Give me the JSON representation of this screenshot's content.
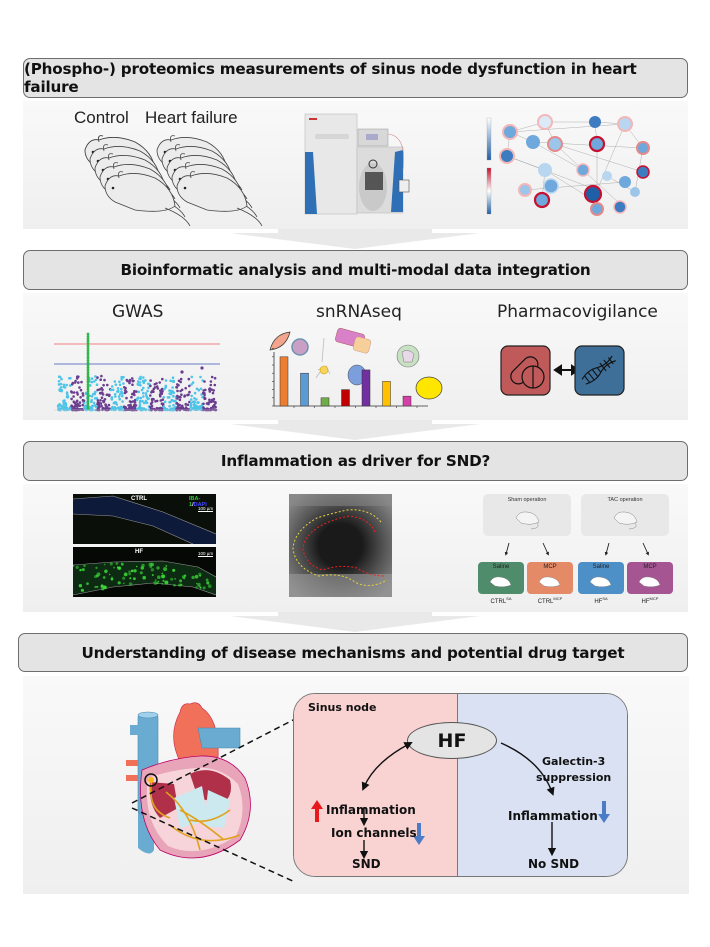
{
  "sections": [
    {
      "title": "(Phospho-) proteomics measurements of sinus node dysfunction in heart failure",
      "items": {
        "mice": {
          "labels": [
            "Control",
            "Heart failure"
          ]
        },
        "instrument": {
          "name": "mass-spectrometer"
        },
        "network": {
          "name": "protein-phosphosite-network"
        }
      }
    },
    {
      "title": "Bioinformatic analysis and multi-modal data integration",
      "items": [
        {
          "label": "GWAS"
        },
        {
          "label": "snRNAseq"
        },
        {
          "label": "Pharmacovigilance"
        }
      ]
    },
    {
      "title": "Inflammation as driver for SND?",
      "microscopy": {
        "panels": [
          {
            "label": "CTRL",
            "scale": "100 µm"
          },
          {
            "label": "HF",
            "scale": "100 µm"
          }
        ],
        "stain": {
          "marker": "IBA-1",
          "separator": "/",
          "counter": "DAPI"
        }
      },
      "design": {
        "groups": [
          {
            "label": "Sham operation"
          },
          {
            "label": "TAC operation"
          }
        ],
        "arms": [
          {
            "treatment": "Saline",
            "name": "CTRL",
            "sup": "SA",
            "color": "#4f8c6c"
          },
          {
            "treatment": "MCP",
            "name": "CTRL",
            "sup": "MCP",
            "color": "#e58a66"
          },
          {
            "treatment": "Saline",
            "name": "HF",
            "sup": "SA",
            "color": "#4d8fc7"
          },
          {
            "treatment": "MCP",
            "name": "HF",
            "sup": "MCP",
            "color": "#a45592"
          }
        ]
      }
    },
    {
      "title": "Understanding of disease mechanisms and potential drug target",
      "mechanism": {
        "region_label": "Sinus node",
        "center": "HF",
        "left": {
          "steps": [
            "Inflammation",
            "Ion channels",
            "SND"
          ]
        },
        "right": {
          "intervention_line1": "Galectin-3",
          "intervention_line2": "suppression",
          "steps": [
            "Inflammation",
            "No SND"
          ]
        }
      }
    }
  ],
  "colors": {
    "header_bg": "#e4e4e4",
    "pink_panel": "#f9d2d2",
    "blue_panel": "#d9e1f2",
    "up_arrow": "#e8191b",
    "down_arrow": "#4a7cc7",
    "pill_box": "#c05a5a",
    "dna_box": "#3d6f99"
  },
  "snrnaseq_bars": [
    6,
    4,
    1,
    2,
    4.4,
    3,
    1.2
  ]
}
